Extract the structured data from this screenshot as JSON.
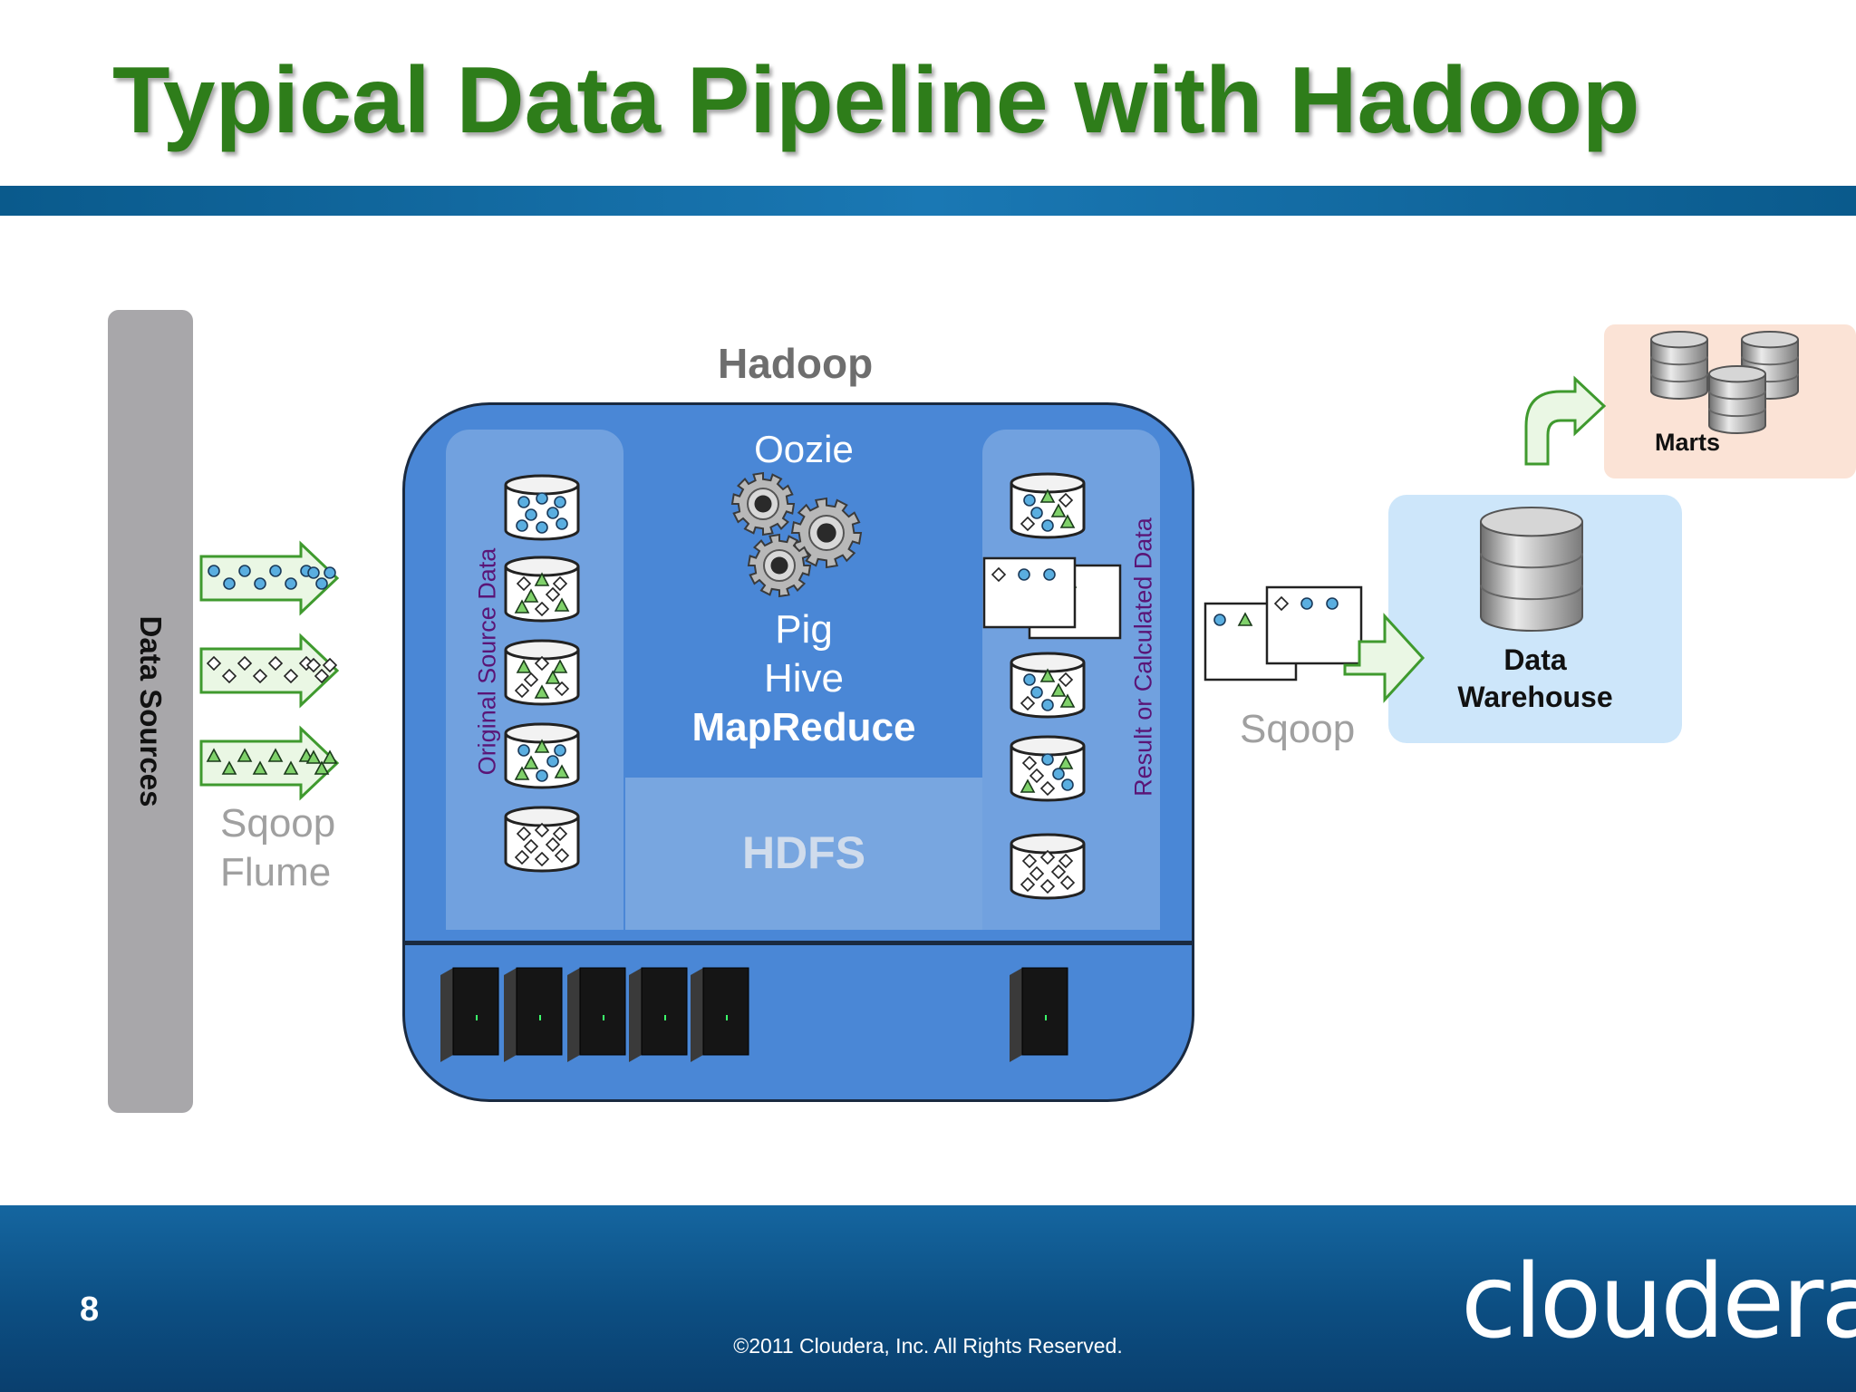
{
  "slide": {
    "title": "Typical Data Pipeline with Hadoop",
    "number": "8",
    "copyright": "©2011 Cloudera, Inc. All Rights Reserved.",
    "logo_text": "cloudera",
    "colors": {
      "title_green": "#2e7d1a",
      "hadoop_blue": "#4a87d6",
      "footer_blue": "#0c4e82",
      "arrow_green": "#4aa83c"
    }
  },
  "diagram": {
    "data_sources": "Data Sources",
    "ingest_tools": [
      "Sqoop",
      "Flume"
    ],
    "hadoop_label": "Hadoop",
    "original_data_label": "Original Source Data",
    "result_data_label": "Result or Calculated Data",
    "orchestrator": "Oozie",
    "processing": [
      "Pig",
      "Hive",
      "MapReduce"
    ],
    "storage": "HDFS",
    "export_tool": "Sqoop",
    "warehouse": [
      "Data",
      "Warehouse"
    ],
    "marts": "Marts",
    "icons": [
      "data-stream-arrow",
      "database-cylinder",
      "gears-icon",
      "server-rack-icon",
      "document-icon",
      "curved-arrow-icon"
    ]
  }
}
